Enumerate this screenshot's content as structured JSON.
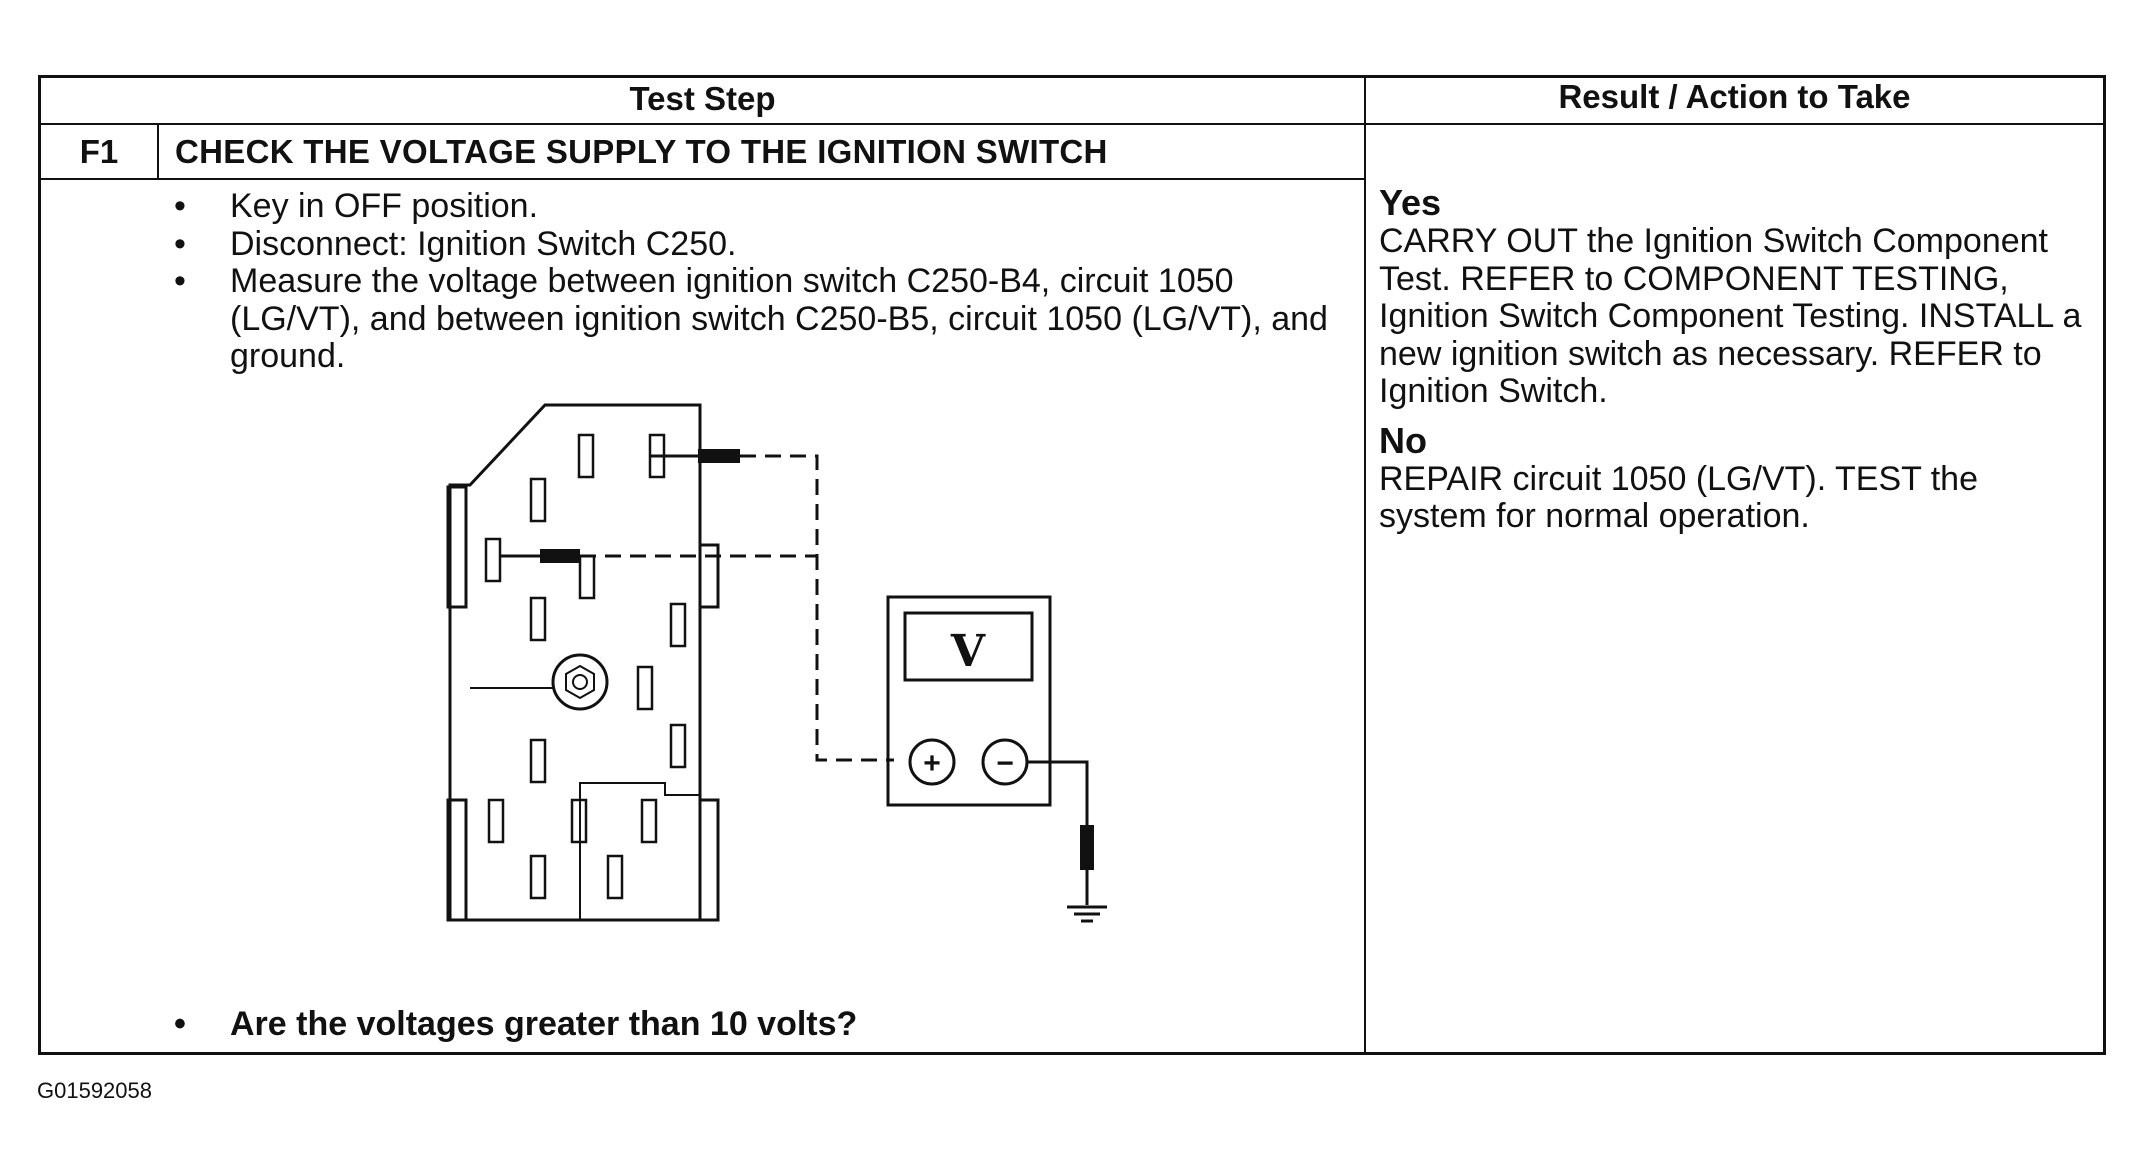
{
  "table": {
    "header": {
      "test_step": "Test Step",
      "result_action": "Result / Action to Take"
    },
    "step": {
      "id": "F1",
      "title": "CHECK THE VOLTAGE SUPPLY TO THE IGNITION SWITCH",
      "bullets": [
        "Key in OFF position.",
        "Disconnect: Ignition Switch C250.",
        "Measure the voltage between ignition switch C250-B4, circuit 1050 (LG/VT), and between ignition switch C250-B5, circuit 1050 (LG/VT), and ground."
      ],
      "question": "Are the voltages greater than 10 volts?"
    },
    "results": {
      "yes_label": "Yes",
      "yes_text": "CARRY OUT the Ignition Switch Component Test. REFER to COMPONENT TESTING, Ignition Switch Component Testing. INSTALL a new ignition switch as necessary. REFER to Ignition Switch.",
      "no_label": "No",
      "no_text": "REPAIR circuit 1050 (LG/VT). TEST the system for normal operation."
    }
  },
  "diagram": {
    "meter_display": "V",
    "plus_symbol": "+",
    "minus_symbol": "−"
  },
  "figure_code": "G01592058"
}
